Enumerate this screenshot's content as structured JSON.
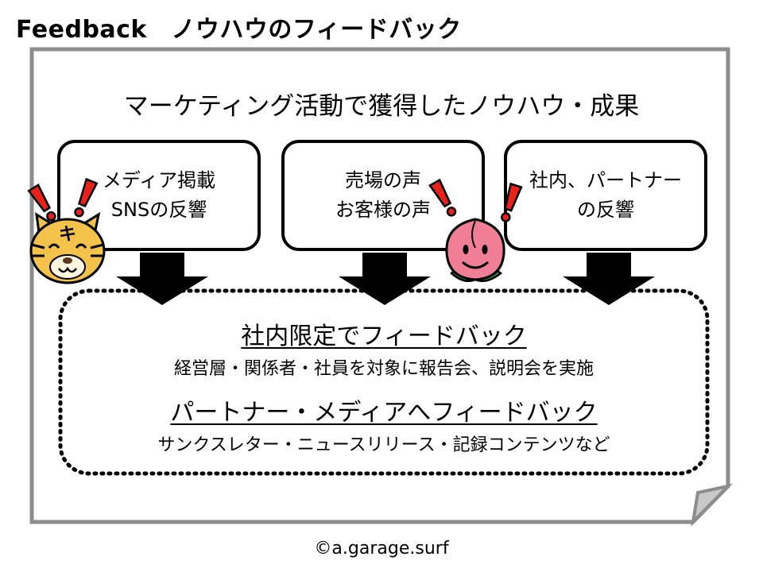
{
  "title": "Feedback　ノウハウのフィードバック",
  "heading": "マーケティング活動で獲得したノウハウ・成果",
  "sources": [
    {
      "lines": [
        "メディア掲載",
        "SNSの反響"
      ]
    },
    {
      "lines": [
        "売場の声",
        "お客様の声"
      ]
    },
    {
      "lines": [
        "社内、パートナー",
        "の反響"
      ]
    }
  ],
  "feedback": [
    {
      "main": "社内限定でフィードバック",
      "sub": "経営層・関係者・社員を対象に報告会、説明会を実施"
    },
    {
      "main": "パートナー・メディアへフィードバック",
      "sub": "サンクスレター・ニュースリリース・記録コンテンツなど"
    }
  ],
  "tiger_mark": "キ",
  "copyright": "©a.garage.surf",
  "icons": [
    "tiger-character-icon",
    "peach-character-icon",
    "exclamation-icon"
  ],
  "colors": {
    "frame": "#8c8c8c",
    "exclamation": "#e8221a",
    "tiger": "#f2c24a",
    "peach": "#f07f96",
    "leaf": "#3f9b45"
  }
}
